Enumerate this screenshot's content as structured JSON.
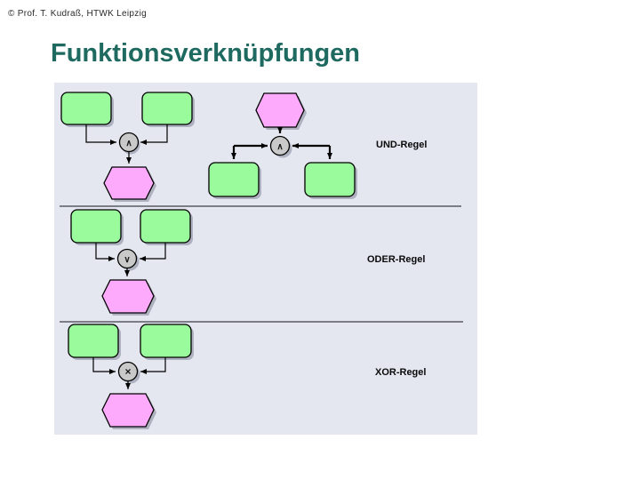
{
  "slide": {
    "copyright_line": "© Prof. T. Kudraß, HTWK Leipzig",
    "title": "Funktionsverknüpfungen"
  },
  "colors": {
    "title_text": "#1e6a60",
    "panel_background": "#e4e6f0",
    "function_fill": "#99fb9b",
    "event_fill": "#fdaafc",
    "operator_fill": "#c9c9c9",
    "shadow": "#aeb1bf"
  },
  "diagram": {
    "sections": [
      {
        "label": "UND-Regel",
        "operator_symbol": "∧"
      },
      {
        "label": "ODER-Regel",
        "operator_symbol": "∨"
      },
      {
        "label": "XOR-Regel",
        "operator_symbol": "×"
      }
    ]
  }
}
